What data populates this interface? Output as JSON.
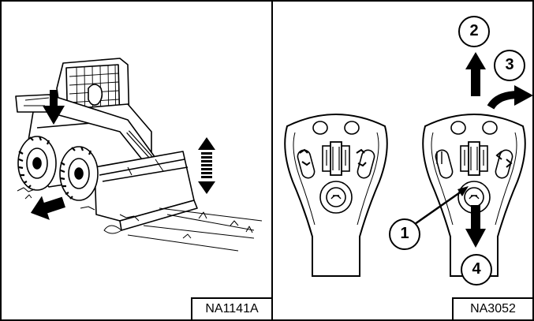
{
  "figures": [
    {
      "code": "NA1141A"
    },
    {
      "code": "NA3052"
    }
  ],
  "callouts": [
    {
      "number": "1"
    },
    {
      "number": "2"
    },
    {
      "number": "3"
    },
    {
      "number": "4"
    }
  ]
}
